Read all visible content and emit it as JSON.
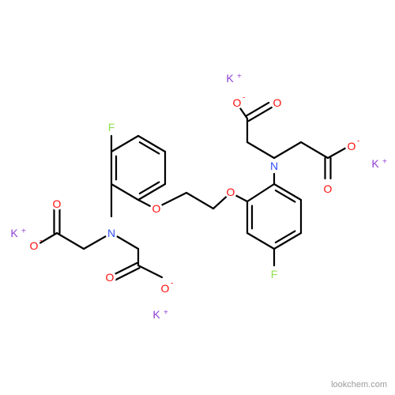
{
  "colors": {
    "bond": "#000000",
    "oxygen": "#ff0d0d",
    "nitrogen": "#3050f8",
    "fluorine": "#90e050",
    "potassium": "#8f40d4",
    "watermark": "#9a9a9a"
  },
  "labels": {
    "potassium": "K",
    "cation_charge": "+",
    "oxygen": "O",
    "anion_charge": "-",
    "nitrogen": "N",
    "fluorine": "F"
  },
  "watermark": "lookchem.com"
}
